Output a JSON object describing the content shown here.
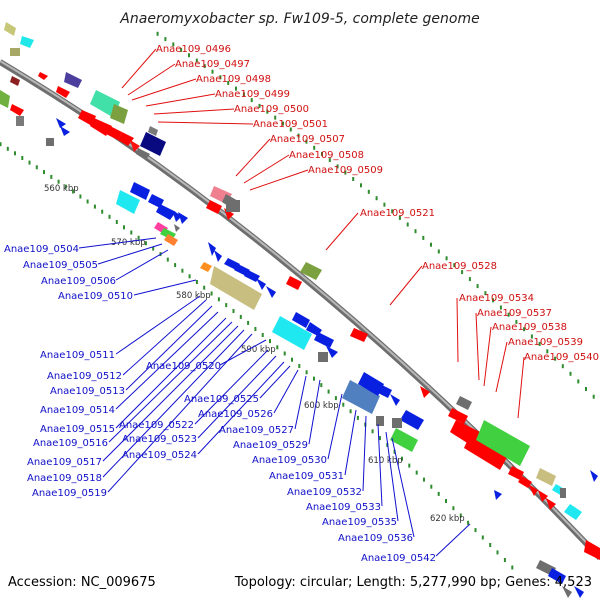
{
  "title": "Anaeromyxobacter sp. Fw109-5, complete genome",
  "footer": {
    "accession": "Accession: NC_009675",
    "summary": "Topology: circular; Length: 5,277,990 bp; Genes: 4,523"
  },
  "scale_labels": [
    "560 kbp",
    "570 kbp",
    "580 kbp",
    "590 kbp",
    "600 kbp",
    "610 kbp",
    "620 kbp"
  ],
  "red_labels": [
    "Anae109_0496",
    "Anae109_0497",
    "Anae109_0498",
    "Anae109_0499",
    "Anae109_0500",
    "Anae109_0501",
    "Anae109_0507",
    "Anae109_0508",
    "Anae109_0509",
    "Anae109_0521",
    "Anae109_0528",
    "Anae109_0534",
    "Anae109_0537",
    "Anae109_0538",
    "Anae109_0539",
    "Anae109_0540"
  ],
  "blue_labels": [
    "Anae109_0504",
    "Anae109_0505",
    "Anae109_0506",
    "Anae109_0510",
    "Anae109_0511",
    "Anae109_0512",
    "Anae109_0513",
    "Anae109_0514",
    "Anae109_0515",
    "Anae109_0516",
    "Anae109_0517",
    "Anae109_0518",
    "Anae109_0519",
    "Anae109_0520",
    "Anae109_0522",
    "Anae109_0523",
    "Anae109_0524",
    "Anae109_0525",
    "Anae109_0526",
    "Anae109_0527",
    "Anae109_0529",
    "Anae109_0530",
    "Anae109_0531",
    "Anae109_0532",
    "Anae109_0533",
    "Anae109_0535",
    "Anae109_0536",
    "Anae109_0542"
  ],
  "colors": {
    "forward_label": "#d01010",
    "reverse_label": "#1010c8",
    "backbone": "#8c8c8c",
    "gc_tick": "#2e8b2e"
  }
}
